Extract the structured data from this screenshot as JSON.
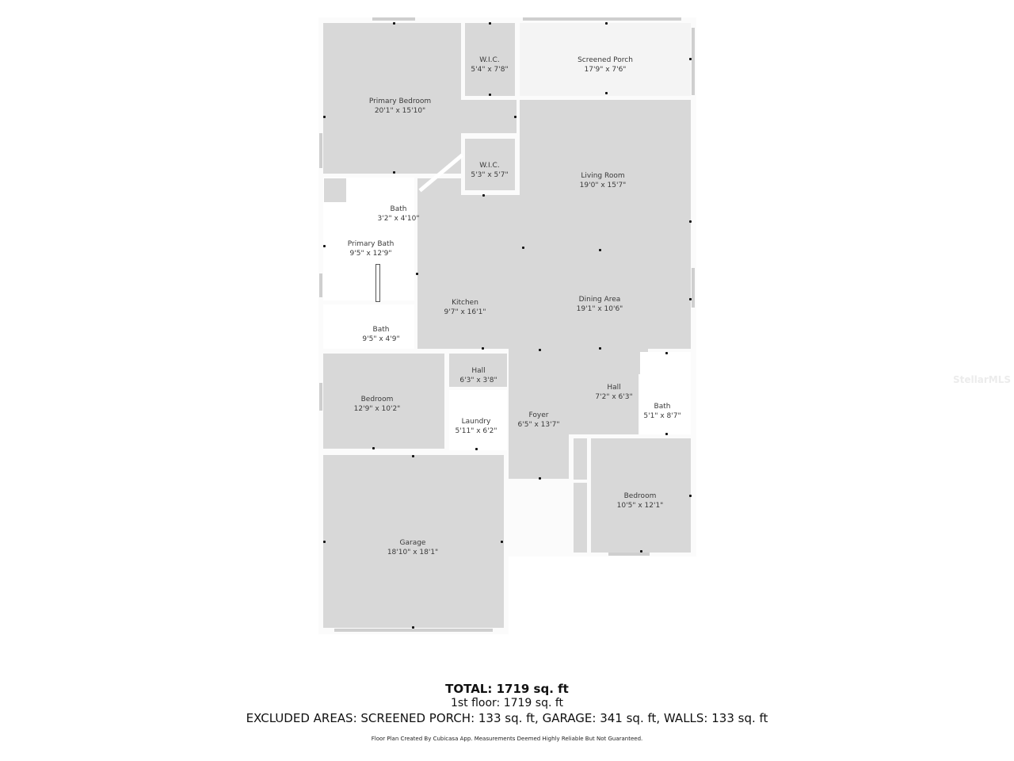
{
  "floor_plan": {
    "rooms": [
      {
        "id": "primary-bedroom",
        "name": "Primary Bedroom",
        "dims": "20'1\" x 15'10\""
      },
      {
        "id": "wic-1",
        "name": "W.I.C.",
        "dims": "5'4\" x 7'8\""
      },
      {
        "id": "screened-porch",
        "name": "Screened Porch",
        "dims": "17'9\" x 7'6\""
      },
      {
        "id": "wic-2",
        "name": "W.I.C.",
        "dims": "5'3\" x 5'7\""
      },
      {
        "id": "living-room",
        "name": "Living Room",
        "dims": "19'0\" x 15'7\""
      },
      {
        "id": "bath-small",
        "name": "Bath",
        "dims": "3'2\" x 4'10\""
      },
      {
        "id": "primary-bath",
        "name": "Primary Bath",
        "dims": "9'5\" x 12'9\""
      },
      {
        "id": "kitchen",
        "name": "Kitchen",
        "dims": "9'7\" x 16'1\""
      },
      {
        "id": "dining-area",
        "name": "Dining Area",
        "dims": "19'1\" x 10'6\""
      },
      {
        "id": "bath-2",
        "name": "Bath",
        "dims": "9'5\" x 4'9\""
      },
      {
        "id": "hall-1",
        "name": "Hall",
        "dims": "6'3\" x 3'8\""
      },
      {
        "id": "bedroom-1",
        "name": "Bedroom",
        "dims": "12'9\" x 10'2\""
      },
      {
        "id": "laundry",
        "name": "Laundry",
        "dims": "5'11\" x 6'2\""
      },
      {
        "id": "foyer",
        "name": "Foyer",
        "dims": "6'5\" x 13'7\""
      },
      {
        "id": "hall-2",
        "name": "Hall",
        "dims": "7'2\" x 6'3\""
      },
      {
        "id": "bath-3",
        "name": "Bath",
        "dims": "5'1\" x 8'7\""
      },
      {
        "id": "bedroom-2",
        "name": "Bedroom",
        "dims": "10'5\" x 12'1\""
      },
      {
        "id": "garage",
        "name": "Garage",
        "dims": "18'10\" x 18'1\""
      }
    ]
  },
  "summary": {
    "total": "TOTAL: 1719 sq. ft",
    "floor": "1st floor: 1719 sq. ft",
    "excluded": "EXCLUDED AREAS: SCREENED PORCH: 133 sq. ft, GARAGE: 341 sq. ft, WALLS: 133 sq. ft",
    "note": "Floor Plan Created By Cubicasa App. Measurements Deemed Highly Reliable But Not Guaranteed."
  },
  "watermark": "StellarMLS"
}
